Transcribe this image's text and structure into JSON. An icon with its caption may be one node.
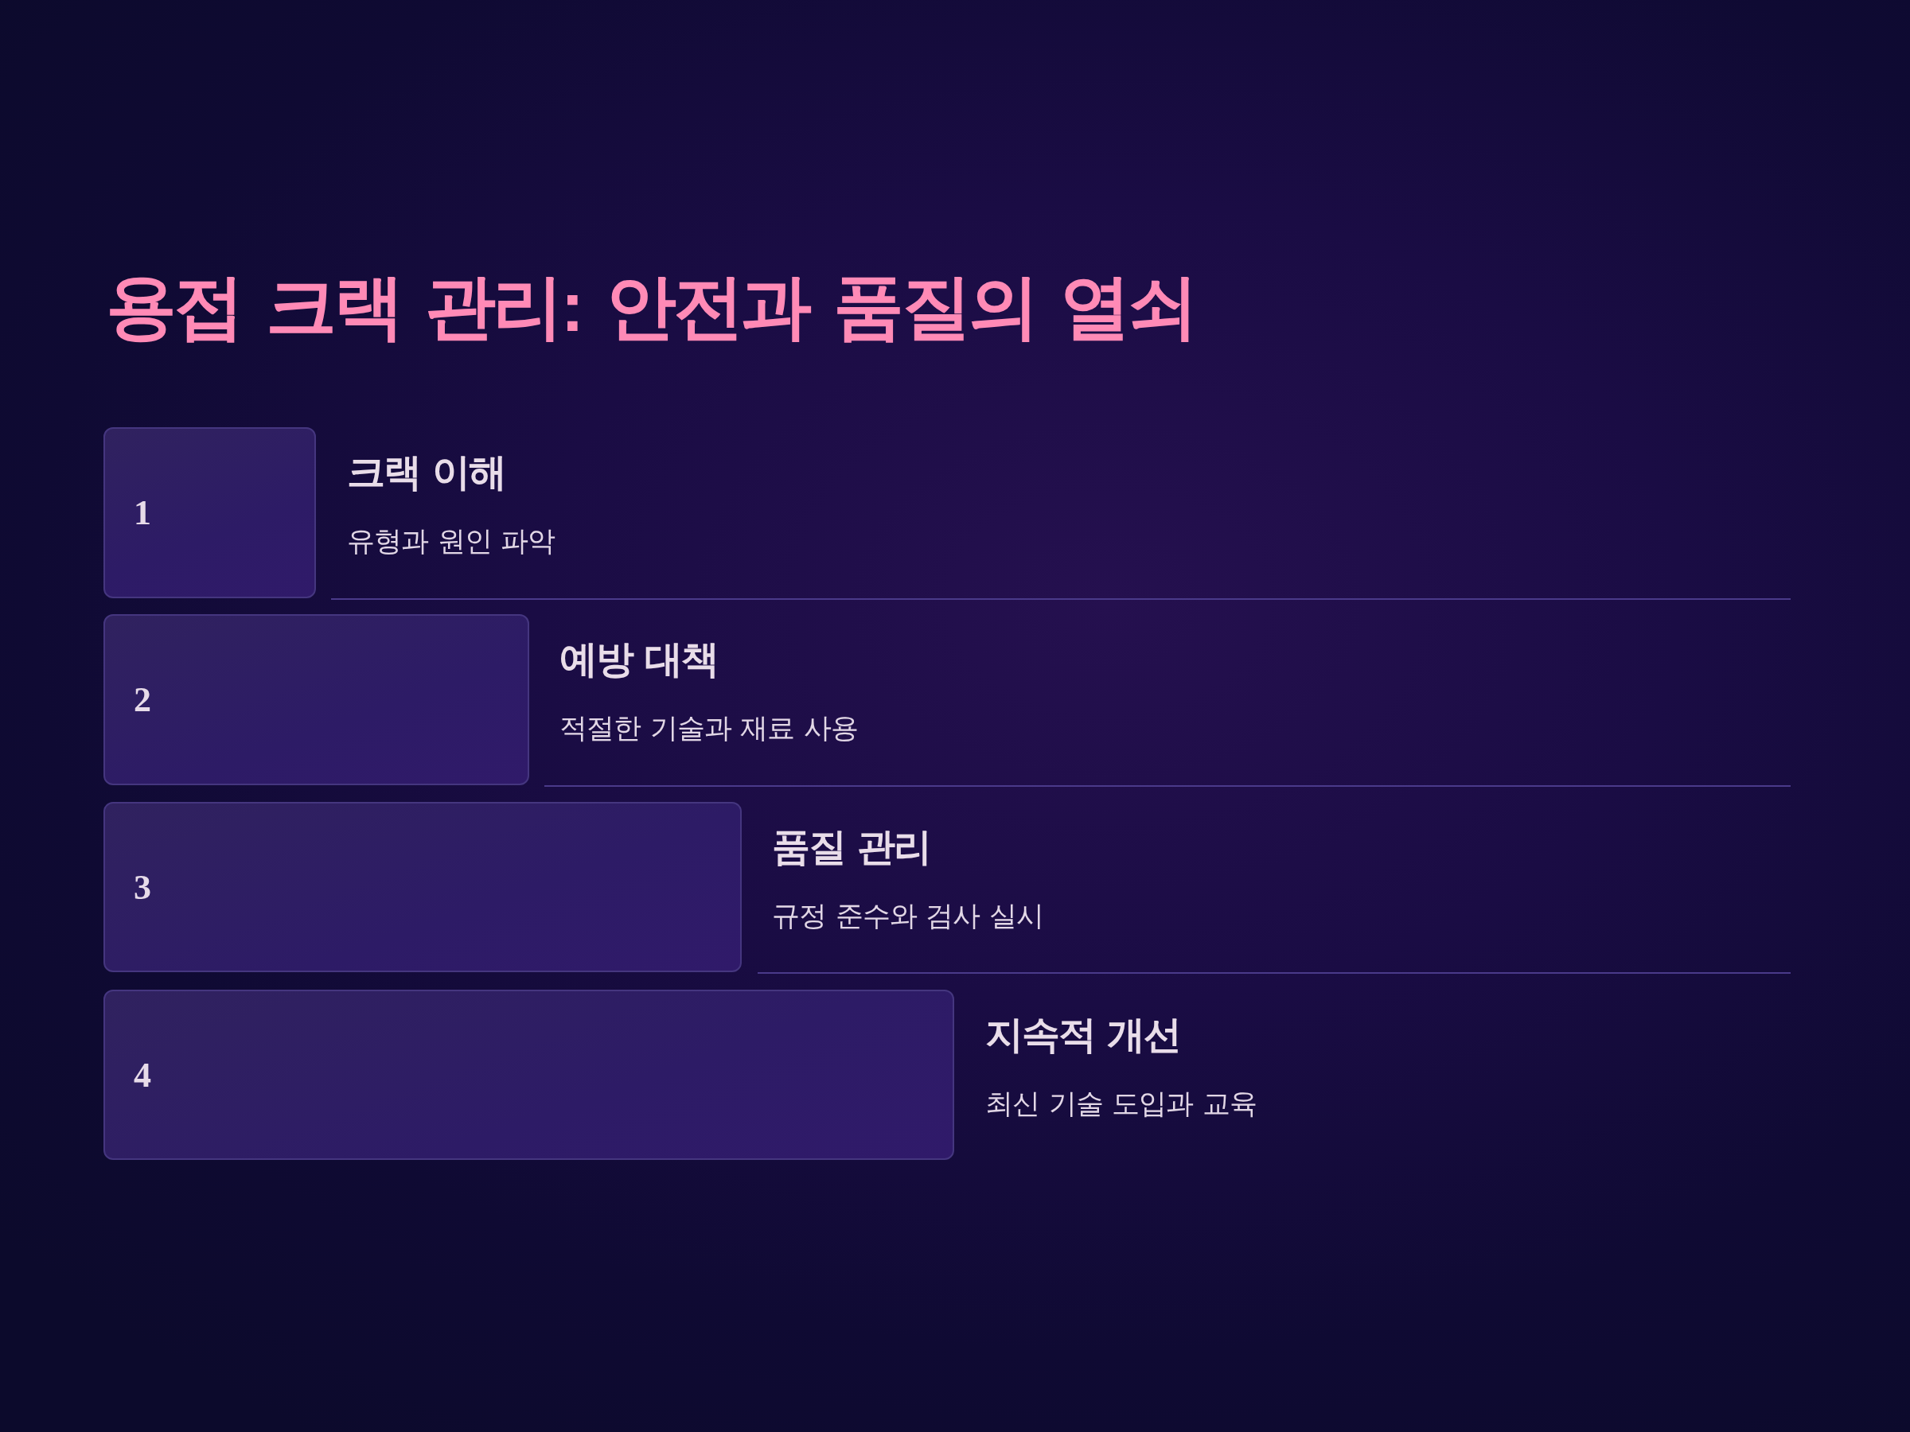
{
  "diagram": {
    "title": "용접 크랙 관리: 안전과 품질의 열쇠",
    "nodes": [
      {
        "text": [
          "1"
        ],
        "beside": [
          "크랙 이해",
          "유형과 원인 파악"
        ]
      },
      {
        "text": [
          "2"
        ],
        "beside": [
          "예방 대책",
          "적절한 기술과 재료 사용"
        ]
      },
      {
        "text": [
          "3"
        ],
        "beside": [
          "품질 관리",
          "규정 준수와 검사 실시"
        ]
      },
      {
        "text": [
          "4"
        ],
        "beside": [
          "지속적 개선",
          "최신 기술 도입과 교육"
        ]
      }
    ]
  }
}
